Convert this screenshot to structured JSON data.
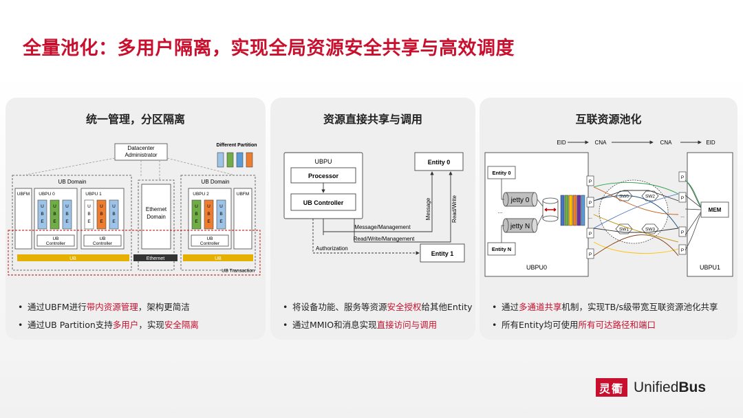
{
  "title": "全量池化：多用户隔离，实现全局资源安全共享与高效调度",
  "panels": [
    {
      "title": "统一管理，分区隔离",
      "bullets": [
        {
          "pre": "通过UBFM进行",
          "hl": "带内资源管理",
          "post": "，架构更简洁"
        },
        {
          "pre": "通过UB Partition支持",
          "hl": "多用户",
          "mid": "，实现",
          "hl2": "安全隔离"
        }
      ],
      "diagram": {
        "admin": [
          "Datacenter",
          "Administrator"
        ],
        "partition_label": "Different Partition",
        "partition_colors": [
          "#9dc3e6",
          "#70ad47",
          "#5b9bd5",
          "#ed7d31"
        ],
        "ub_domain": "UB Domain",
        "ubfm": "UBFM",
        "ubpu0": "UBPU 0",
        "ubpu1": "UBPU 1",
        "ubpu2": "UBPU 2",
        "ube": [
          "U",
          "B",
          "E"
        ],
        "ub_controller": [
          "UB",
          "Controller"
        ],
        "ethernet_domain": [
          "Ethernet",
          "Domain"
        ],
        "ub_bar": "UB",
        "ethernet_bar": "Ethernet",
        "ub_transaction": "UB Transaction"
      }
    },
    {
      "title": "资源直接共享与调用",
      "bullets": [
        {
          "pre": "将设备功能、服务等资源",
          "hl": "安全授权",
          "post": "给其他Entity"
        },
        {
          "pre": "通过MMIO和消息实现",
          "hl": "直接访问与调用",
          "post": ""
        }
      ],
      "diagram": {
        "ubpu": "UBPU",
        "processor": "Processor",
        "ub_controller": "UB Controller",
        "entity0": "Entity 0",
        "entity1": "Entity 1",
        "message_management": "Message/Management",
        "read_write_management": "Read/Write/Management",
        "authorization": "Authorization",
        "message": "Message",
        "read_write": "Read/Write"
      }
    },
    {
      "title": "互联资源池化",
      "bullets": [
        {
          "pre": "通过",
          "hl": "多通道共享",
          "post": "机制，实现TB/s级带宽互联资源池化共享"
        },
        {
          "pre": "所有Entity均可使用",
          "hl": "所有可达路径和端口",
          "post": ""
        }
      ],
      "diagram": {
        "eid_left": "EID",
        "cna_left": "CNA",
        "cna_right": "CNA",
        "eid_right": "EID",
        "entity0": "Entity 0",
        "entityN": "Entity N",
        "jetty0": "jetty 0",
        "jettyN": "jetty N",
        "port": "P",
        "switches": [
          "SW0",
          "SW2",
          "SW1",
          "SW3"
        ],
        "mem": "MEM",
        "ubpu0": "UBPU0",
        "ubpu1": "UBPU1",
        "dots": "...",
        "channel_colors": [
          "#4472c4",
          "#70ad47",
          "#ffc000",
          "#ed7d31",
          "#7030a0",
          "#5b9bd5"
        ]
      }
    }
  ],
  "logo": {
    "mark": "灵衢",
    "text_pre": "Unified",
    "text_bold": "Bus"
  }
}
